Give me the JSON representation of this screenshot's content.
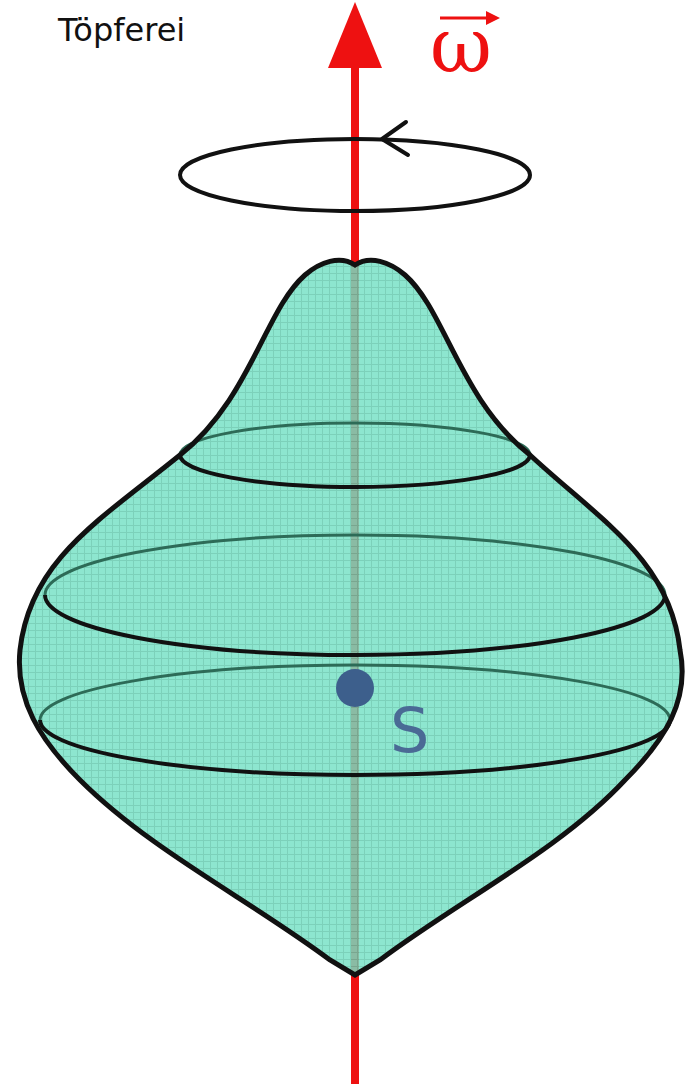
{
  "diagram": {
    "labels": [
      "Töpferei",
      "ω",
      "S"
    ]
  }
}
